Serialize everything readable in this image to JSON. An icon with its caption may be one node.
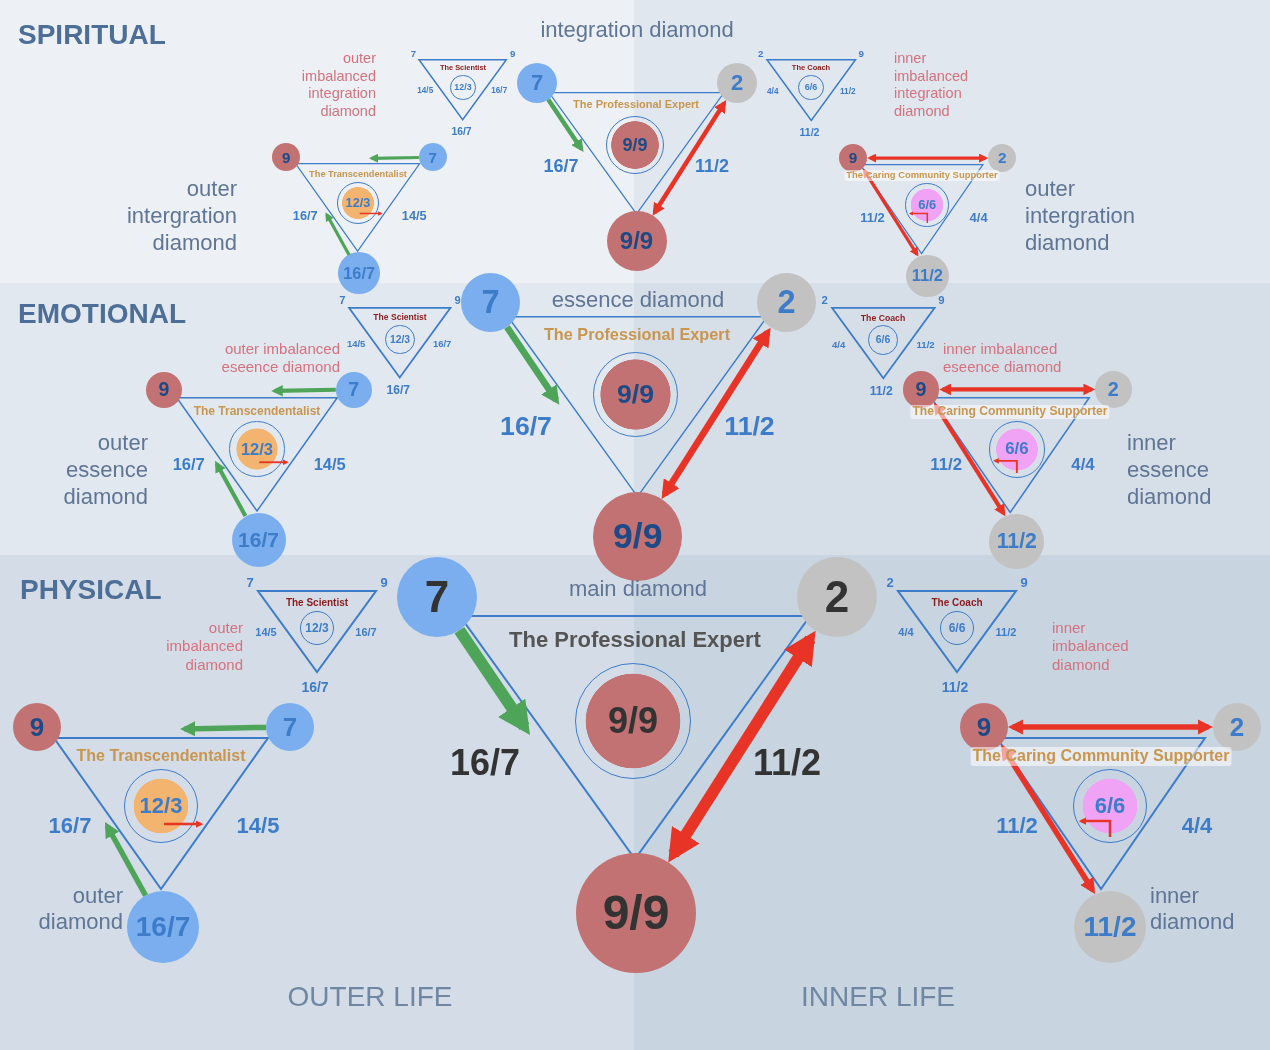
{
  "diagram": {
    "nodes": [
      {
        "text": [
          "The Scientist"
        ],
        "beside": [
          "7",
          "9",
          "14/5",
          "16/7",
          "16/7"
        ]
      },
      {
        "text": [
          "12/3"
        ],
        "in": 0
      },
      {
        "text": [
          "9"
        ]
      },
      {
        "text": [
          "7"
        ]
      },
      {
        "text": [
          "The Transcendentalist"
        ],
        "beside": [
          "16/7",
          "14/5"
        ]
      },
      {
        "text": [
          "12/3"
        ],
        "in": 4
      },
      {
        "text": [
          "16/7"
        ]
      },
      {
        "text": [
          "7"
        ]
      },
      {
        "text": [
          "2"
        ]
      },
      {
        "text": [
          "The Professional Expert"
        ],
        "beside": [
          "16/7"
        ]
      },
      {
        "text": [
          "9/9"
        ],
        "in": 9
      },
      {
        "text": [
          "9/9"
        ]
      },
      {
        "text": [
          "The Coach"
        ],
        "beside": [
          "2",
          "9",
          "4/4",
          "11/2",
          "11/2"
        ]
      },
      {
        "text": [
          "6/6"
        ],
        "in": 12
      },
      {
        "text": [
          "9"
        ]
      },
      {
        "text": [
          "2"
        ]
      },
      {
        "text": [
          "The Caring Community Supporter"
        ],
        "beside": [
          "4/4"
        ]
      },
      {
        "text": [
          "6/6"
        ],
        "in": 16
      },
      {
        "text": [
          "11/2"
        ]
      },
      {
        "text": [
          "The Scientist"
        ],
        "beside": [
          "7",
          "9",
          "14/5",
          "16/7",
          "16/7"
        ]
      },
      {
        "text": [
          "12/3"
        ],
        "in": 19
      },
      {
        "text": [
          "9"
        ]
      },
      {
        "text": [
          "7"
        ]
      },
      {
        "text": [
          "The Transcendentalist"
        ],
        "beside": [
          "16/7",
          "14/5"
        ]
      },
      {
        "text": [
          "12/3"
        ],
        "in": 23
      },
      {
        "text": [
          "16/7"
        ]
      },
      {
        "text": [
          "7"
        ]
      },
      {
        "text": [
          "2"
        ]
      },
      {
        "text": [
          "The Professional Expert"
        ],
        "beside": [
          "16/7"
        ]
      },
      {
        "text": [
          "9/9"
        ],
        "in": 28
      },
      {
        "text": [
          "9/9"
        ]
      },
      {
        "text": [
          "The Coach"
        ],
        "beside": [
          "2",
          "9",
          "4/4",
          "11/2",
          "11/2"
        ]
      },
      {
        "text": [
          "6/6"
        ],
        "in": 31
      },
      {
        "text": [
          "9"
        ]
      },
      {
        "text": [
          "2"
        ]
      },
      {
        "text": [
          "The Caring Community Supporter"
        ],
        "beside": [
          "4/4"
        ]
      },
      {
        "text": [
          "6/6"
        ],
        "in": 35
      },
      {
        "text": [
          "11/2"
        ]
      },
      {
        "text": [
          "The Scientist"
        ],
        "beside": [
          "7",
          "9",
          "14/5",
          "16/7",
          "16/7"
        ]
      },
      {
        "text": [
          "12/3"
        ],
        "in": 38
      },
      {
        "text": [
          "9"
        ]
      },
      {
        "text": [
          "7"
        ]
      },
      {
        "text": [
          "The Transcendentalist"
        ],
        "beside": [
          "16/7",
          "14/5"
        ]
      },
      {
        "text": [
          "12/3"
        ],
        "in": 42
      },
      {
        "text": [
          "16/7"
        ],
        "beside": [
          "outer diamond"
        ]
      },
      {
        "text": [
          "7"
        ]
      },
      {
        "text": [
          "2"
        ]
      },
      {
        "text": [
          "The Professional Expert"
        ],
        "beside": [
          "16/7"
        ]
      },
      {
        "text": [
          "9/9"
        ],
        "in": 47
      },
      {
        "text": [
          "9/9"
        ]
      },
      {
        "text": [
          "The Coach"
        ],
        "beside": [
          "2",
          "9",
          "4/4",
          "11/2",
          "11/2"
        ]
      },
      {
        "text": [
          "6/6"
        ],
        "in": 50
      },
      {
        "text": [
          "9"
        ]
      },
      {
        "text": [
          "2"
        ]
      },
      {
        "text": [
          "The Caring Community Supporter"
        ],
        "beside": [
          "4/4"
        ]
      },
      {
        "text": [
          "6/6"
        ],
        "in": 54
      },
      {
        "text": [
          "11/2"
        ],
        "beside": [
          "inner diamond"
        ]
      }
    ],
    "edges": [
      {
        "from": 3,
        "to": 4,
        "arrow": "to",
        "color": "#4ea55a"
      },
      {
        "from": 6,
        "to": 4,
        "arrow": "to",
        "color": "#4ea55a"
      },
      {
        "from": 7,
        "to": 9,
        "arrow": "to",
        "color": "#4ea55a"
      },
      {
        "from": 11,
        "to": 8,
        "arrow": "both",
        "label": "11/2",
        "color": "#e83427"
      },
      {
        "from": 14,
        "to": 15,
        "arrow": "both",
        "color": "#e83427"
      },
      {
        "from": 14,
        "to": 18,
        "arrow": "both",
        "label": "11/2",
        "color": "#e83427"
      },
      {
        "from": 22,
        "to": 23,
        "arrow": "to",
        "color": "#4ea55a"
      },
      {
        "from": 25,
        "to": 23,
        "arrow": "to",
        "color": "#4ea55a"
      },
      {
        "from": 26,
        "to": 28,
        "arrow": "to",
        "color": "#4ea55a"
      },
      {
        "from": 30,
        "to": 27,
        "arrow": "both",
        "label": "11/2",
        "color": "#e83427"
      },
      {
        "from": 33,
        "to": 34,
        "arrow": "both",
        "color": "#e83427"
      },
      {
        "from": 33,
        "to": 37,
        "arrow": "both",
        "label": "11/2",
        "color": "#e83427"
      },
      {
        "from": 41,
        "to": 42,
        "arrow": "to",
        "color": "#4ea55a"
      },
      {
        "from": 44,
        "to": 42,
        "arrow": "to",
        "color": "#4ea55a"
      },
      {
        "from": 45,
        "to": 47,
        "arrow": "to",
        "style": "thick",
        "color": "#4ea55a"
      },
      {
        "from": 49,
        "to": 46,
        "arrow": "both",
        "label": "11/2",
        "style": "thick",
        "color": "#e83427"
      },
      {
        "from": 52,
        "to": 53,
        "arrow": "both",
        "color": "#e83427"
      },
      {
        "from": 52,
        "to": 56,
        "arrow": "both",
        "label": "11/2",
        "color": "#e83427"
      }
    ],
    "labels": [
      "SPIRITUAL",
      "integration diamond",
      "outer imbalanced integration diamond",
      "inner imbalanced integration diamond",
      "outer intergration diamond",
      "outer intergration diamond",
      "EMOTIONAL",
      "essence diamond",
      "outer imbalanced eseence diamond",
      "inner imbalanced eseence diamond",
      "outer essence diamond",
      "inner essence diamond",
      "PHYSICAL",
      "main diamond",
      "outer imbalanced diamond",
      "inner imbalanced diamond",
      "OUTER LIFE",
      "INNER LIFE"
    ]
  }
}
